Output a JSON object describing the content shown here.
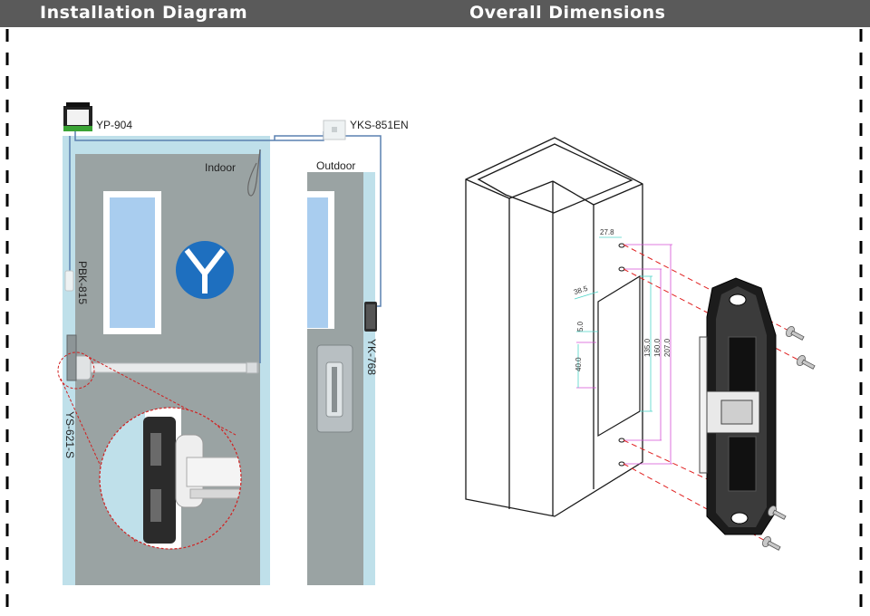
{
  "header": {
    "left_title": "Installation Diagram",
    "right_title": "Overall Dimensions"
  },
  "installation": {
    "controller_label": "YP-904",
    "button_label": "YKS-851EN",
    "indoor_label": "Indoor",
    "outdoor_label": "Outdoor",
    "exit_button_label": "PBK-815",
    "keypad_label": "YK-768",
    "lock_label": "YS-621-S"
  },
  "dimensions": {
    "d1": "27.8",
    "d2": "38.5",
    "d3": "5.0",
    "d4": "40.0",
    "d5": "135.0",
    "d6": "160.0",
    "d7": "207.0"
  },
  "colors": {
    "header_bg": "#5a5a5a",
    "door": "#9aa3a3",
    "frame": "#bfe0ea",
    "glass": "#a9cdef",
    "logo": "#1e6fbf",
    "dimension_lines": "#d44fd4",
    "dimension_lines_2": "#4fd4c8",
    "red_dash": "#e02020"
  }
}
